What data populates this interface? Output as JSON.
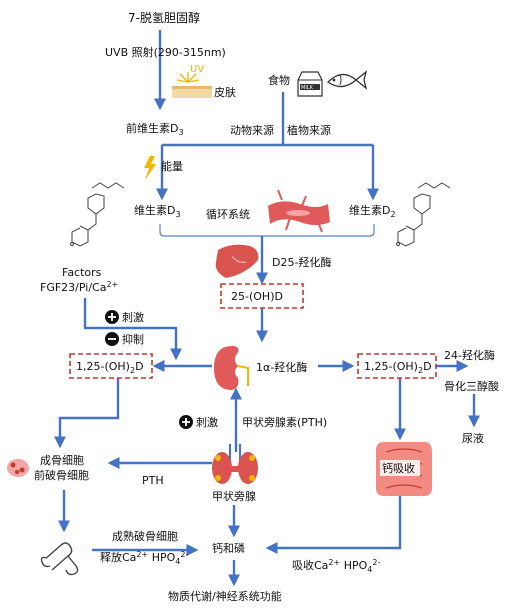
{
  "nodes": {
    "dehydro": "7-脱氢胆固醇",
    "uvb": "UVB 照射(290-315nm)",
    "uv": "UV",
    "skin": "皮肤",
    "food": "食物",
    "milk": "MILK",
    "pre_d3_main": "前维生素D",
    "animal": "动物来源",
    "plant": "植物来源",
    "energy": "能量",
    "vd3_main": "维生素D",
    "vd2_main": "维生素D",
    "circulation": "循环系统",
    "d25": "D25-羟化酶",
    "hydroxy25": "25-(OH)D",
    "factors": "Factors",
    "fgf_main": "FGF23/Pi/Ca",
    "stimulate": "刺激",
    "inhibit": "抑制",
    "oh2d_main": "1,25-(OH)",
    "oh2d_end": "D",
    "alpha": "1α-羟化酶",
    "hydroxy24": "24-羟化酶",
    "calcitroic": "骨化三醇酸",
    "urine": "尿液",
    "ca_absorb": "钙吸收",
    "stim_pth": "刺激",
    "pth_full": "甲状旁腺素(PTH)",
    "osteoblast1": "成骨细胞",
    "osteoblast2": "前破骨细胞",
    "pth": "PTH",
    "parathyroid": "甲状旁腺",
    "mature_osteoclast": "成熟破骨细胞",
    "release_main": "释放Ca",
    "ca_phos": "钙和磷",
    "absorb_main": "吸收Ca",
    "hpo": "HPO",
    "metabolism": "物质代谢/神经系统功能",
    "sub3": "3",
    "sub2": "2",
    "sub4": "4",
    "sup2plus": "2+",
    "sup2minus": "2-"
  },
  "colors": {
    "arrow": "#4472c4",
    "dashed_box": "#c0392b",
    "organ_red": "#d9534f"
  }
}
